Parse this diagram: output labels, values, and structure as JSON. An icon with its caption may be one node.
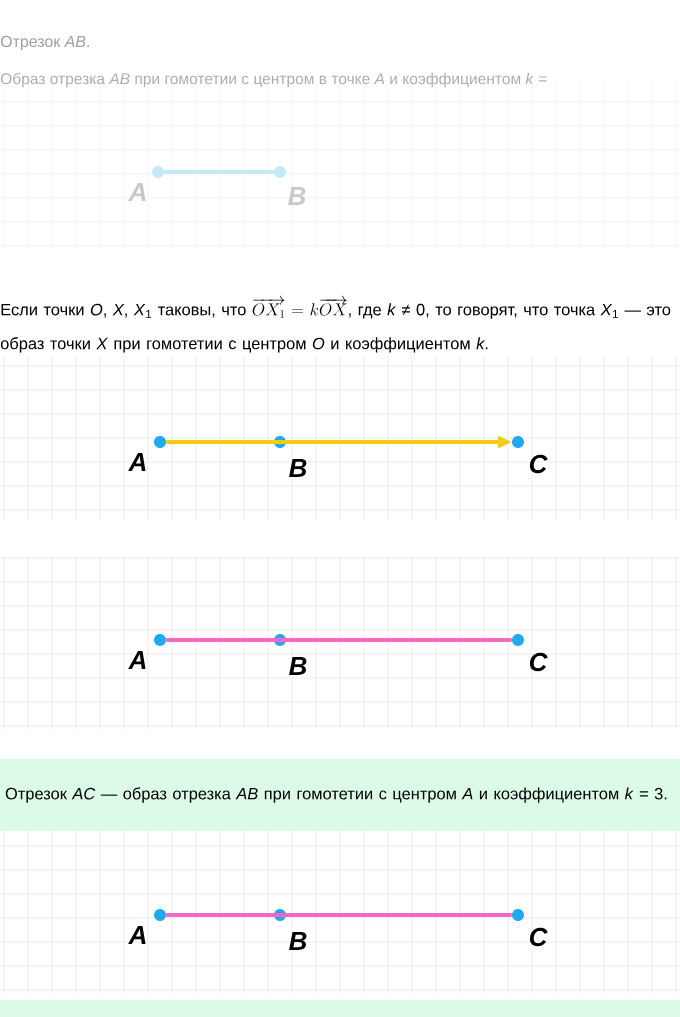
{
  "diagram": {
    "nodes": [
      {
        "text": [],
        "shape": "circle",
        "beside": [
          "A"
        ]
      },
      {
        "text": [],
        "shape": "circle",
        "beside": [
          "B"
        ]
      },
      {
        "text": [],
        "shape": "circle",
        "beside": [
          "A"
        ]
      },
      {
        "text": [],
        "shape": "circle",
        "beside": [
          "B"
        ]
      },
      {
        "text": [],
        "shape": "circle",
        "beside": [
          "C"
        ]
      },
      {
        "text": [],
        "shape": "circle",
        "beside": [
          "A"
        ]
      },
      {
        "text": [],
        "shape": "circle",
        "beside": [
          "B"
        ]
      },
      {
        "text": [],
        "shape": "circle",
        "beside": [
          "C"
        ]
      },
      {
        "text": [
          "Отрезок *AC* — образ отрезка *AB* при гомотетии с центром *A* и коэффициентом *k* = 3."
        ]
      },
      {
        "text": [],
        "shape": "circle",
        "beside": [
          "A"
        ]
      },
      {
        "text": [],
        "shape": "circle",
        "beside": [
          "B"
        ]
      },
      {
        "text": [],
        "shape": "circle",
        "beside": [
          "C"
        ]
      }
    ],
    "edges": [
      {
        "from": 0,
        "to": 1,
        "arrow": "none",
        "color": "#c4e8f6"
      },
      {
        "from": 2,
        "to": 4,
        "arrow": "to",
        "color": "#f5cc10"
      },
      {
        "from": 5,
        "to": 7,
        "arrow": "none",
        "color": "#f268c4"
      },
      {
        "from": 9,
        "to": 11,
        "arrow": "none",
        "color": "#f268c4"
      }
    ],
    "labels": [
      "Отрезок *AB*.",
      "Образ отрезка *AB* при гомотетии с центром в точке *A* и коэффициентом *k* =",
      "Если точки *O*, *X*, *X*$_{1}$ таковы, что",
      "\\overrightarrow{OX_1} = k\\overrightarrow{OX}",
      ", где *k* ≠ 0, то говорят, что точка *X*$_{1}$ — это образ точки *X* при гомотетии с центром *O* и коэффициентом *k*."
    ]
  }
}
